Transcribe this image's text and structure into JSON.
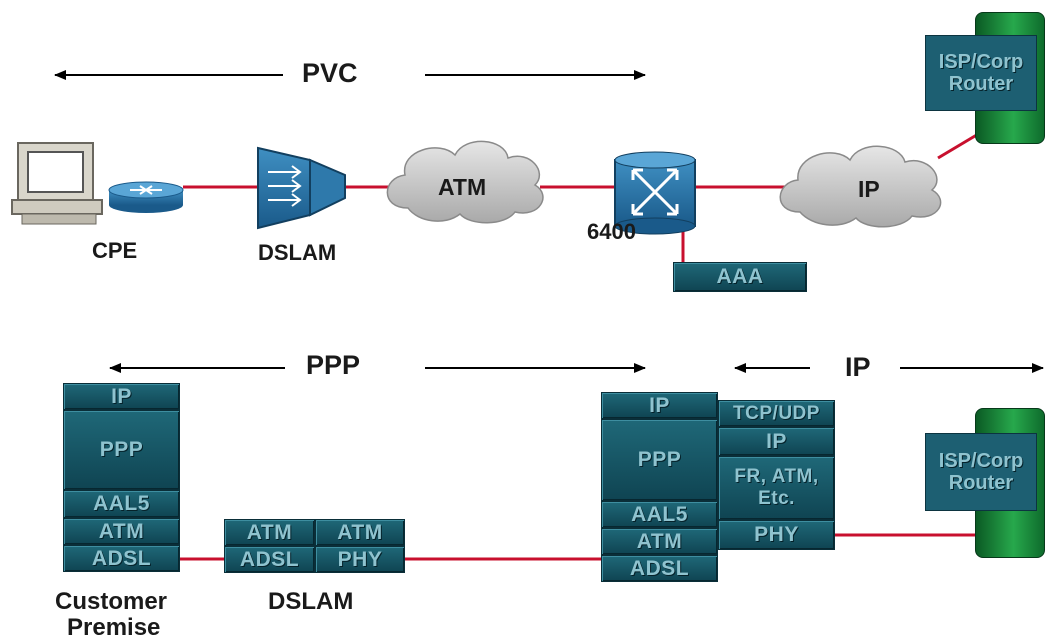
{
  "top": {
    "pvc_label": "PVC",
    "cpe_label": "CPE",
    "dslam_label": "DSLAM",
    "atm_cloud_label": "ATM",
    "router_6400_label": "6400",
    "ip_cloud_label": "IP",
    "aaa_label": "AAA",
    "isp_router_label": "ISP/Corp Router"
  },
  "bottom": {
    "ppp_label": "PPP",
    "ip_label": "IP",
    "customer_label_line1": "Customer",
    "customer_label_line2": "Premise",
    "dslam_label": "DSLAM",
    "customer_stack": [
      "IP",
      "PPP",
      "AAL5",
      "ATM",
      "ADSL"
    ],
    "dslam_stack_left": [
      "ATM",
      "ADSL"
    ],
    "dslam_stack_right": [
      "ATM",
      "PHY"
    ],
    "router_stack_left": [
      "IP",
      "PPP",
      "AAL5",
      "ATM",
      "ADSL"
    ],
    "router_stack_right": [
      "TCP/UDP",
      "IP",
      "FR, ATM, Etc.",
      "PHY"
    ],
    "isp_router_label": "ISP/Corp Router"
  },
  "colors": {
    "link": "#c8102e",
    "block": "#1a5f70",
    "server": "#1e8c3e",
    "cloud": "#c8c8c8"
  }
}
